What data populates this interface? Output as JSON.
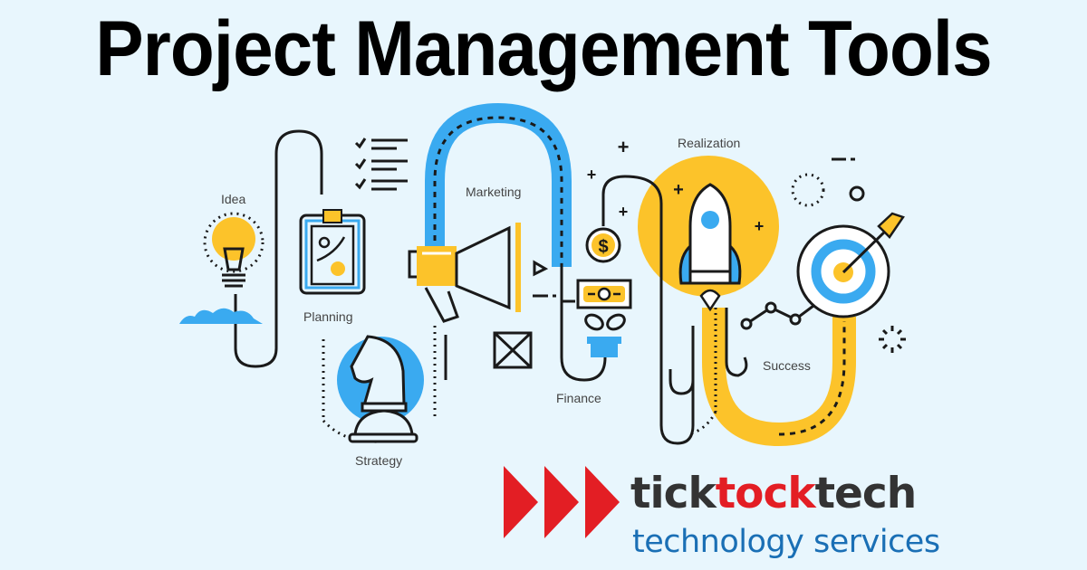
{
  "header": {
    "title": "Project Management Tools"
  },
  "illustration": {
    "stages": [
      {
        "label": "Idea",
        "icon": "lightbulb-icon"
      },
      {
        "label": "Planning",
        "icon": "clipboard-icon"
      },
      {
        "label": "Strategy",
        "icon": "chess-knight-icon"
      },
      {
        "label": "Marketing",
        "icon": "megaphone-icon"
      },
      {
        "label": "Finance",
        "icon": "money-plant-icon"
      },
      {
        "label": "Realization",
        "icon": "rocket-icon"
      },
      {
        "label": "Success",
        "icon": "target-icon"
      }
    ]
  },
  "brand": {
    "name_part1": "tick",
    "name_part2": "tock",
    "name_part3": "tech",
    "tagline": "technology services",
    "colors": {
      "red": "#e31e24",
      "dark": "#333333",
      "blue": "#1a6fb5"
    }
  },
  "colors": {
    "background": "#e8f6fd",
    "yellow": "#fcc32a",
    "blue": "#3aaaf0",
    "line": "#1a1a1a"
  }
}
